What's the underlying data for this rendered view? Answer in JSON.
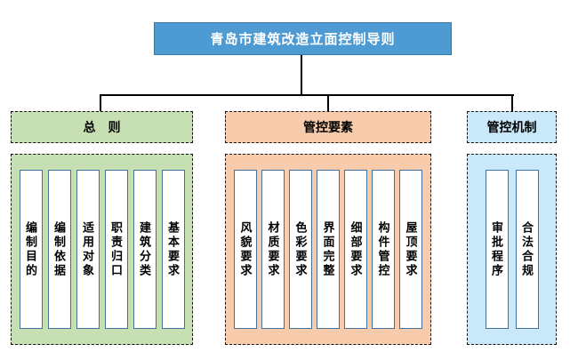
{
  "title": "青岛市建筑改造立面控制导则",
  "colors": {
    "title_fill": "#4E9BD4",
    "title_border": "#3779A8",
    "connector": "#000000",
    "green_fill": "#C6E0B4",
    "orange_fill": "#F7CBAC",
    "blue_fill": "#C9E8F9",
    "column_border": "#41719C"
  },
  "sections": [
    {
      "header": "总　则",
      "items": [
        "编制目的",
        "编制依据",
        "适用对象",
        "职责归口",
        "建筑分类",
        "基本要求"
      ]
    },
    {
      "header": "管控要素",
      "items": [
        "风貌要求",
        "材质要求",
        "色彩要求",
        "界面完整",
        "细部要求",
        "构件管控",
        "屋顶要求"
      ]
    },
    {
      "header": "管控机制",
      "items": [
        "审批程序",
        "合法合规"
      ]
    }
  ]
}
